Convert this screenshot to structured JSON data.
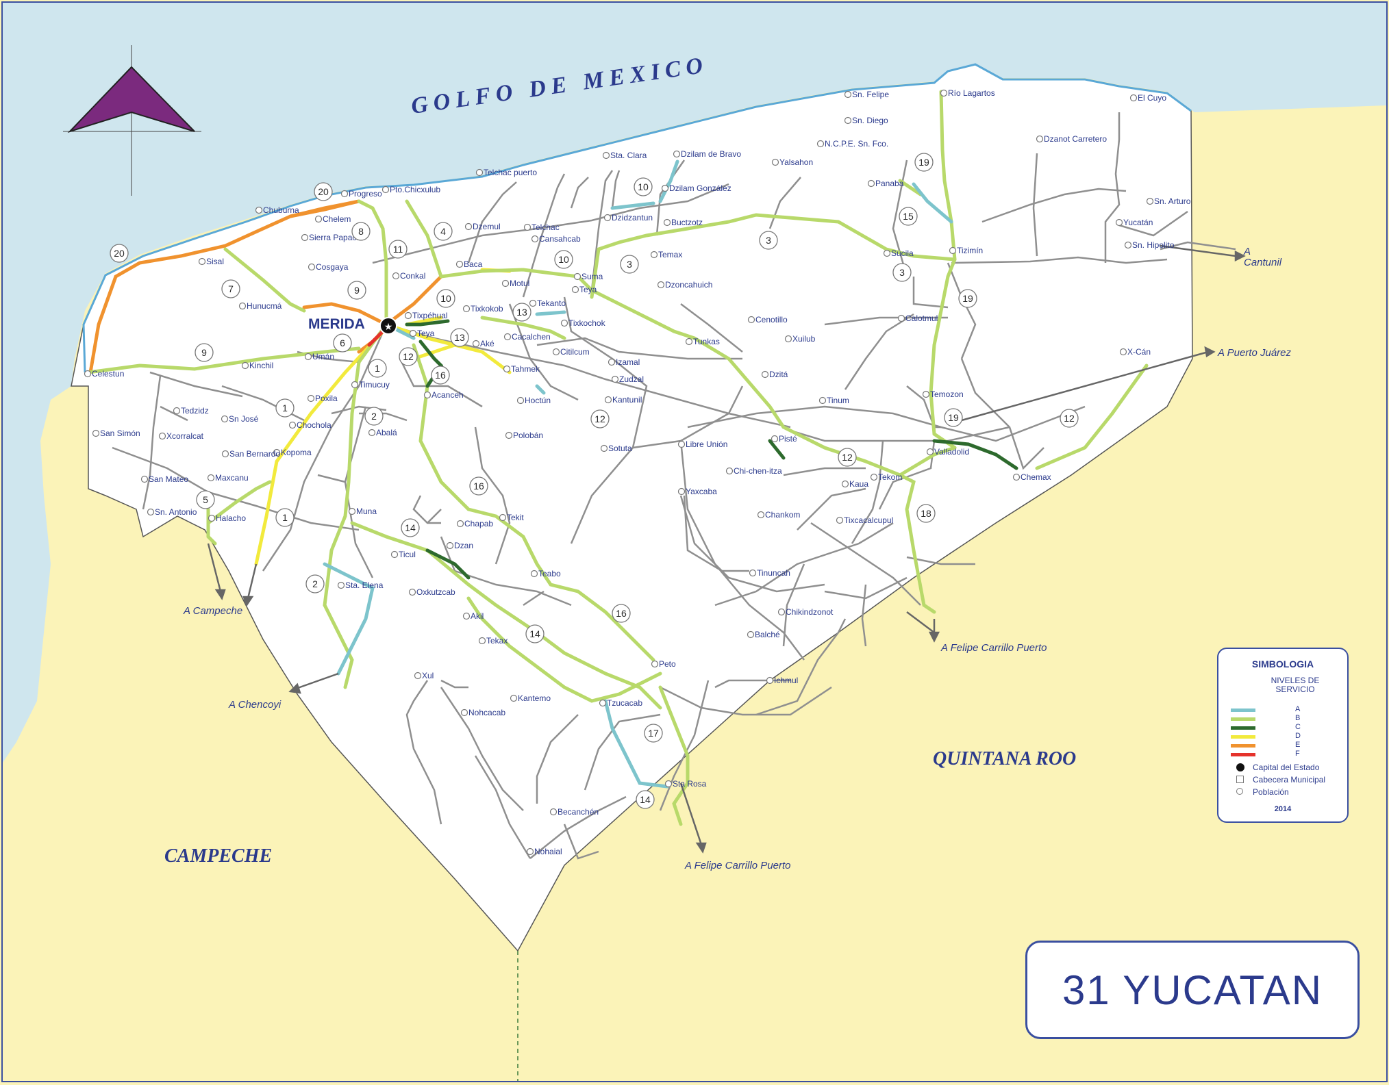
{
  "map": {
    "title": "31  YUCATAN",
    "gulf_label": "GOLFO  DE  MEXICO",
    "neighbors": {
      "campeche": "CAMPECHE",
      "quintana_roo": "QUINTANA ROO"
    },
    "capital": "MERIDA",
    "destinations": [
      {
        "id": "cantunil",
        "label": "A\nCantunil"
      },
      {
        "id": "puerto-juarez",
        "label": "A Puerto Juárez"
      },
      {
        "id": "felipe-1",
        "label": "A Felipe Carrillo Puerto"
      },
      {
        "id": "felipe-2",
        "label": "A Felipe Carrillo Puerto"
      },
      {
        "id": "campeche",
        "label": "A Campeche"
      },
      {
        "id": "chencoyi",
        "label": "A Chencoyi"
      }
    ],
    "route_numbers": [
      "20",
      "20",
      "8",
      "11",
      "4",
      "7",
      "9",
      "10",
      "10",
      "13",
      "13",
      "12",
      "16",
      "16",
      "6",
      "1",
      "1",
      "1",
      "2",
      "2",
      "9",
      "5",
      "14",
      "14",
      "14",
      "16",
      "17",
      "3",
      "3",
      "3",
      "10",
      "15",
      "19",
      "19",
      "19",
      "18",
      "12",
      "12",
      "12"
    ],
    "places": [
      "Progreso",
      "Pto.Chicxulub",
      "Chuburna",
      "Chelem",
      "Sierra Papacal",
      "Sisal",
      "Cosgaya",
      "Conkal",
      "Hunucmá",
      "Celestun",
      "Kinchil",
      "Umán",
      "Timucuy",
      "Tixpéhual",
      "Teya",
      "Acanceh",
      "Tixkokob",
      "Aké",
      "Baca",
      "Motul",
      "Suma",
      "Teya",
      "Tekanto",
      "Tixkochok",
      "Cacalchen",
      "Citilcum",
      "Tahmek",
      "Hoctún",
      "Izamal",
      "Zudzal",
      "Kantunil",
      "Tunkas",
      "Cenotillo",
      "Xuilub",
      "Dzitá",
      "Tinum",
      "Temozon",
      "Calotmul",
      "Tizimín",
      "Sucila",
      "Panaba",
      "Sn. Felipe",
      "Sn. Diego",
      "Río Lagartos",
      "N.C.P.E. Sn. Fco.",
      "Yalsahon",
      "Dzanot Carretero",
      "El Cuyo",
      "Sn. Arturo",
      "Yucatán",
      "Sn. Hipolito",
      "X-Cán",
      "Chemax",
      "Valladolid",
      "Tekom",
      "Kaua",
      "Pisté",
      "Chi-chen-itza",
      "Libre Unión",
      "Yaxcaba",
      "Chankom",
      "Tixcacalcupul",
      "Tinuncah",
      "Chikindzonot",
      "Balché",
      "Ichmul",
      "Peto",
      "Tzucacab",
      "Sta Rosa",
      "Becanchén",
      "Nohaial",
      "Kantemo",
      "Nohcacab",
      "Xul",
      "Tekax",
      "Akil",
      "Oxkutzcab",
      "Dzan",
      "Ticul",
      "Chapab",
      "Tekit",
      "Teabo",
      "Sta. Elena",
      "Muna",
      "Abalá",
      "Polobán",
      "Sotuta",
      "Kopoma",
      "Chochola",
      "Poxila",
      "Sn José",
      "Tedzidz",
      "San Simón",
      "Xcorralcat",
      "San Bernardo",
      "Maxcanu",
      "San Mateo",
      "Sn. Antonio",
      "Halacho",
      "Telchac puerto",
      "Sta. Clara",
      "Dzilam de Bravo",
      "Dzilam González",
      "Dzidzantun",
      "Dzemul",
      "Telchac",
      "Cansahcab",
      "Temax",
      "Buctzotz",
      "Dzoncahuich"
    ],
    "legend": {
      "title": "SIMBOLOGIA",
      "subtitle": "NIVELES DE SERVICIO",
      "levels": [
        {
          "letter": "A",
          "color": "#7dc4cc"
        },
        {
          "letter": "B",
          "color": "#b8d96a"
        },
        {
          "letter": "C",
          "color": "#2d6a2d"
        },
        {
          "letter": "D",
          "color": "#f2ea3c"
        },
        {
          "letter": "E",
          "color": "#f0922e"
        },
        {
          "letter": "F",
          "color": "#e5322b"
        }
      ],
      "symbols": [
        {
          "name": "capital",
          "label": "Capital del Estado"
        },
        {
          "name": "cabecera",
          "label": "Cabecera Municipal"
        },
        {
          "name": "poblacion",
          "label": "Población"
        }
      ],
      "year": "2014"
    },
    "colors": {
      "sea": "#cfe6ee",
      "land_neighbors": "#fbf3b8",
      "state": "#ffffff",
      "road_gray": "#8f8f8f",
      "text": "#2b3a8c",
      "north_arrow": "#7b2a7e"
    }
  }
}
